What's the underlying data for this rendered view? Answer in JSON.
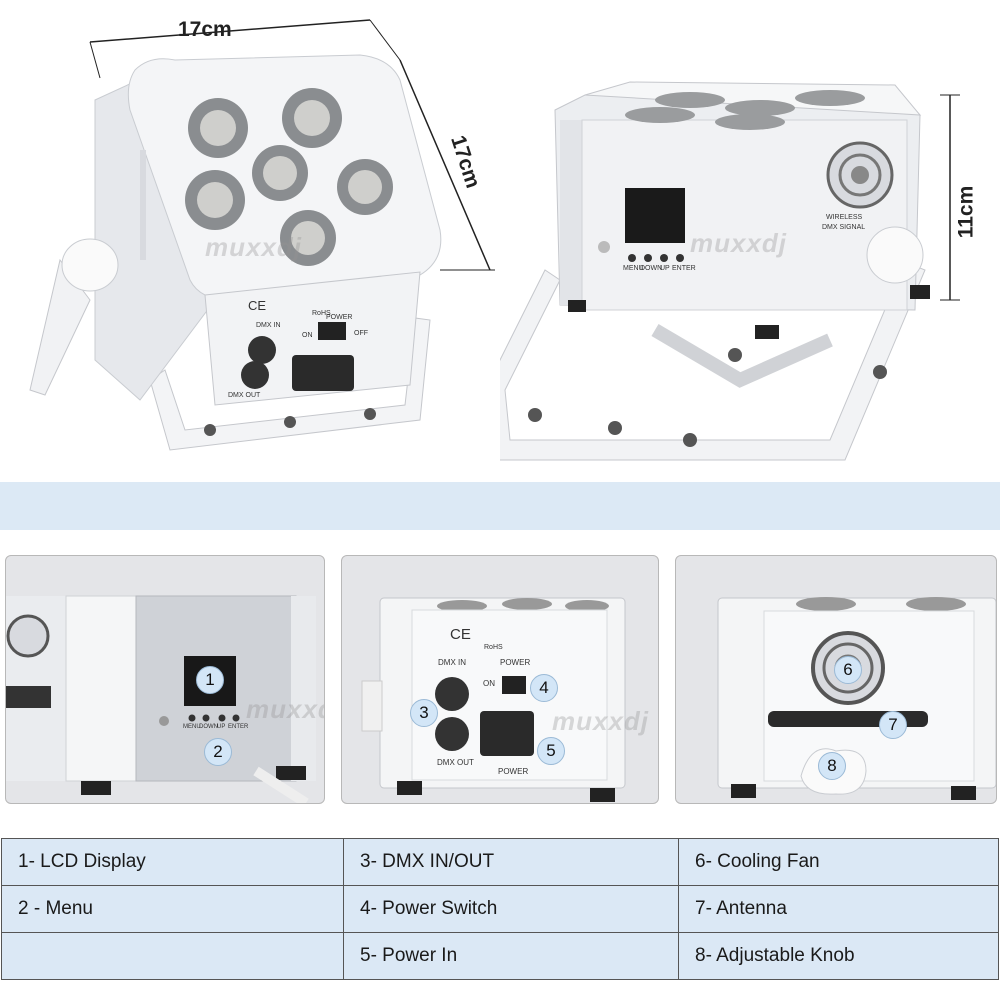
{
  "dimensions": {
    "width_top": "17cm",
    "depth_side": "17cm",
    "height": "11cm"
  },
  "watermark": "muxxdj",
  "front_photo": {
    "markings": [
      "CE",
      "RoHS"
    ],
    "dmx_in": "DMX IN",
    "dmx_out": "DMX OUT",
    "power": "POWER",
    "on": "ON",
    "off": "OFF"
  },
  "side_photo": {
    "buttons": [
      "MENU",
      "DOWN",
      "UP",
      "ENTER"
    ],
    "wireless_label_1": "WIRELESS",
    "wireless_label_2": "DMX SIGNAL"
  },
  "detail_photos": {
    "panel1": {
      "badges": [
        "1",
        "2"
      ],
      "buttons": [
        "MENU",
        "DOWN",
        "UP",
        "ENTER"
      ]
    },
    "panel2": {
      "badges": [
        "3",
        "4",
        "5"
      ],
      "markings": [
        "CE",
        "RoHS"
      ],
      "dmx_in": "DMX IN",
      "dmx_out": "DMX OUT",
      "power_top": "POWER",
      "on": "ON",
      "power_bottom": "POWER"
    },
    "panel3": {
      "badges": [
        "6",
        "7",
        "8"
      ]
    }
  },
  "legend": {
    "rows": [
      [
        "1- LCD Display",
        "3- DMX IN/OUT",
        "6- Cooling Fan"
      ],
      [
        "2 - Menu",
        "4- Power Switch",
        "7- Antenna"
      ],
      [
        "",
        "5- Power In",
        "8- Adjustable Knob"
      ]
    ]
  },
  "colors": {
    "band": "#dce9f5",
    "legend_bg": "#dbe8f5",
    "badge": "#d3e6f7"
  }
}
